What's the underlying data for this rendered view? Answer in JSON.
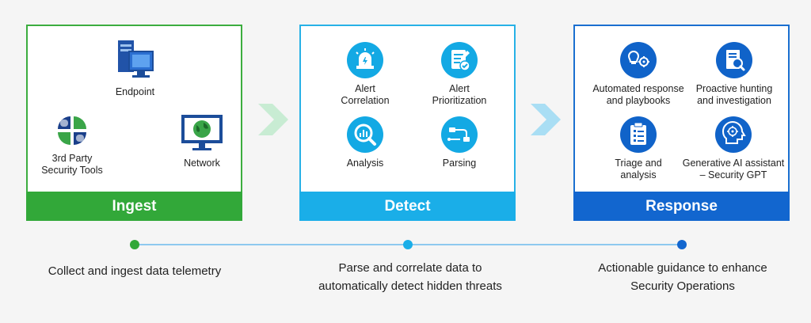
{
  "stages": {
    "ingest": {
      "title": "Ingest",
      "items": {
        "endpoint": "Endpoint",
        "third_party": "3rd Party\nSecurity Tools",
        "network": "Network"
      },
      "caption": "Collect and ingest data telemetry",
      "color": "#32a839"
    },
    "detect": {
      "title": "Detect",
      "items": {
        "alert_correlation": "Alert\nCorrelation",
        "alert_prioritization": "Alert\nPrioritization",
        "analysis": "Analysis",
        "parsing": "Parsing"
      },
      "caption": "Parse and correlate data to\nautomatically detect hidden threats",
      "color": "#1aaee8"
    },
    "response": {
      "title": "Response",
      "items": {
        "automated_response": "Automated response\nand playbooks",
        "proactive_hunting": "Proactive hunting\nand investigation",
        "triage": "Triage and\nanalysis",
        "generative_ai": "Generative AI assistant\n– Security GPT"
      },
      "caption": "Actionable guidance  to enhance\nSecurity Operations",
      "color": "#1266cf"
    }
  },
  "icons": {
    "endpoint": "computer-tower-icon",
    "third_party": "clover-tools-icon",
    "network": "globe-monitor-icon",
    "alert_correlation": "siren-icon",
    "alert_prioritization": "checklist-check-icon",
    "analysis": "magnifier-chart-icon",
    "parsing": "pipeline-icon",
    "automated_response": "bulb-gear-icon",
    "proactive_hunting": "document-search-icon",
    "triage": "clipboard-icon",
    "generative_ai": "ai-head-icon"
  }
}
